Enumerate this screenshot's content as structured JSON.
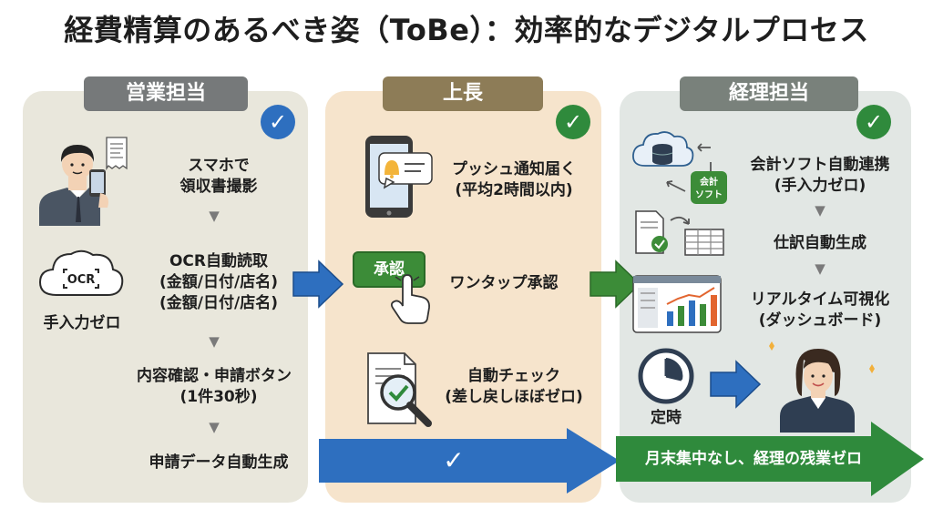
{
  "title": "経費精算のあるべき姿（ToBe）：効率的なデジタルプロセス",
  "colors": {
    "blue": "#2e6fbf",
    "green": "#2f8a3c",
    "col1": "#e9e7dc",
    "col2": "#f6e4cc",
    "col3": "#e2e7e4"
  },
  "columns": [
    {
      "header": "営業担当",
      "steps": [
        "スマホで",
        "領収書撮影",
        "OCR自動読取",
        "(金額/日付/店名)",
        "(金額/日付/店名)",
        "内容確認・申請ボタン",
        "(1件30秒)",
        "申請データ自動生成"
      ],
      "ocr_icon_label": "OCR",
      "ocr_caption": "手入力ゼロ"
    },
    {
      "header": "上長",
      "push": [
        "プッシュ通知届く",
        "(平均2時間以内)"
      ],
      "approve_button": "承認",
      "approve_text": "ワンタップ承認",
      "check": [
        "自動チェック",
        "(差し戻しほぼゼロ)"
      ]
    },
    {
      "header": "経理担当",
      "sync": [
        "会計ソフト自動連携",
        "(手入力ゼロ)"
      ],
      "sync_badge": [
        "会計",
        "ソフト"
      ],
      "journal": "仕訳自動生成",
      "viz": [
        "リアルタイム可視化",
        "(ダッシュボード)"
      ],
      "ontime": "定時",
      "banner": "月末集中なし、経理の残業ゼロ"
    }
  ],
  "icons": [
    "check-icon",
    "smartphone-camera-icon",
    "receipt-icon",
    "cloud-ocr-icon",
    "phone-bell-icon",
    "hand-tap-icon",
    "magnifier-document-icon",
    "cloud-database-icon",
    "spreadsheet-icon",
    "dashboard-icon",
    "clock-icon",
    "person-icon",
    "arrow-right-icon"
  ]
}
